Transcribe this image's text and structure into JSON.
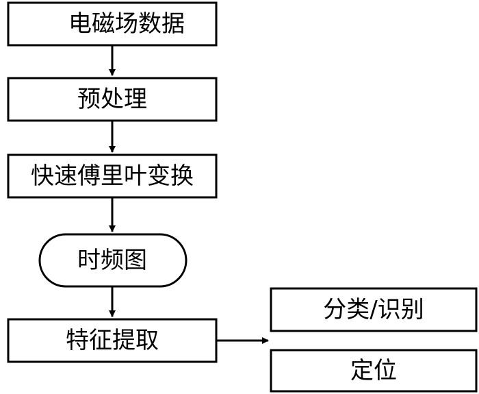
{
  "nodes": {
    "em_data": "电磁场数据",
    "preprocess": "预处理",
    "fft": "快速傅里叶变换",
    "spectrogram": "时频图",
    "feature": "特征提取",
    "classify": "分类/识别",
    "locate": "定位"
  },
  "edges": [
    [
      "em_data",
      "preprocess"
    ],
    [
      "preprocess",
      "fft"
    ],
    [
      "fft",
      "spectrogram"
    ],
    [
      "spectrogram",
      "feature"
    ],
    [
      "feature",
      "classify"
    ],
    [
      "feature",
      "locate"
    ]
  ],
  "colors": {
    "stroke": "#000000",
    "fill": "#ffffff"
  }
}
